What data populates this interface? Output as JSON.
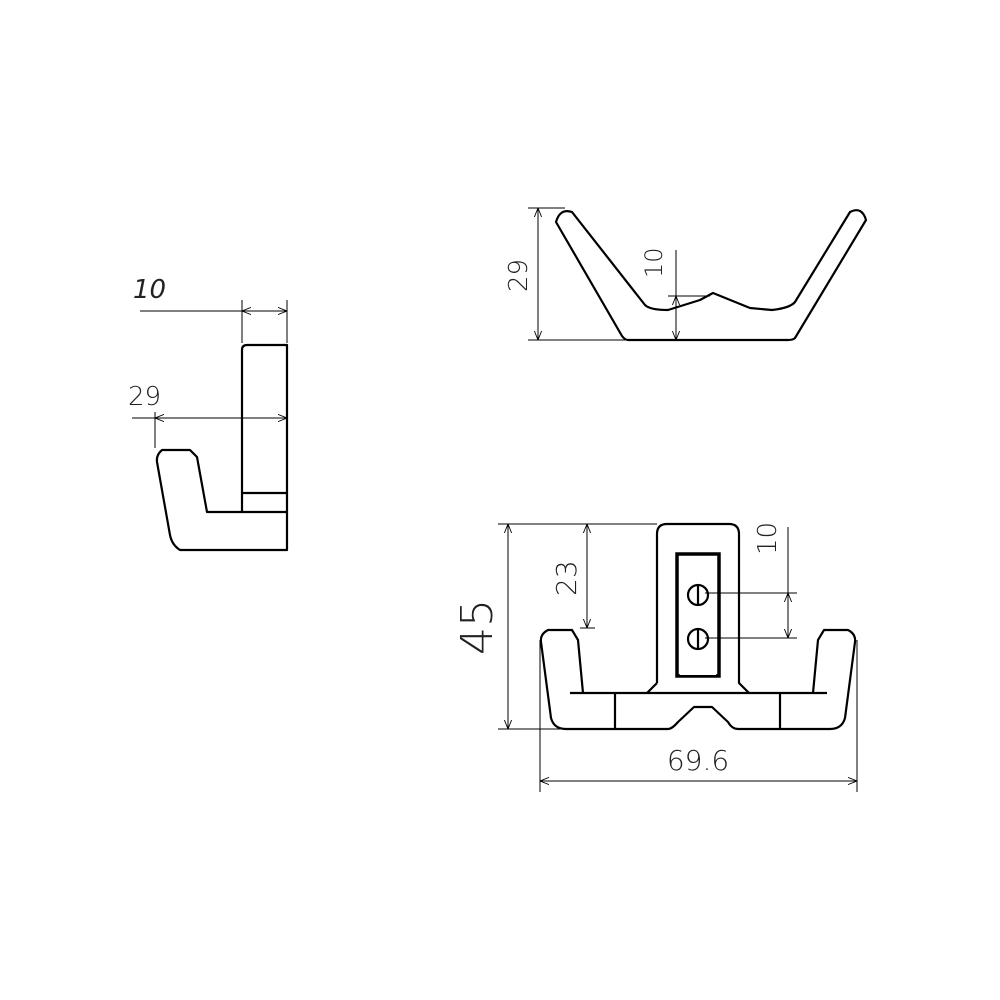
{
  "side_view": {
    "width_label": "10",
    "depth_label": "29"
  },
  "top_view": {
    "height_label": "29",
    "dip_label": "10"
  },
  "front_view": {
    "height_label": "45",
    "hook_drop_label": "23",
    "hole_spacing_label": "10",
    "width_label": "69.6"
  },
  "colors": {
    "line": "#000000",
    "background": "#ffffff"
  }
}
